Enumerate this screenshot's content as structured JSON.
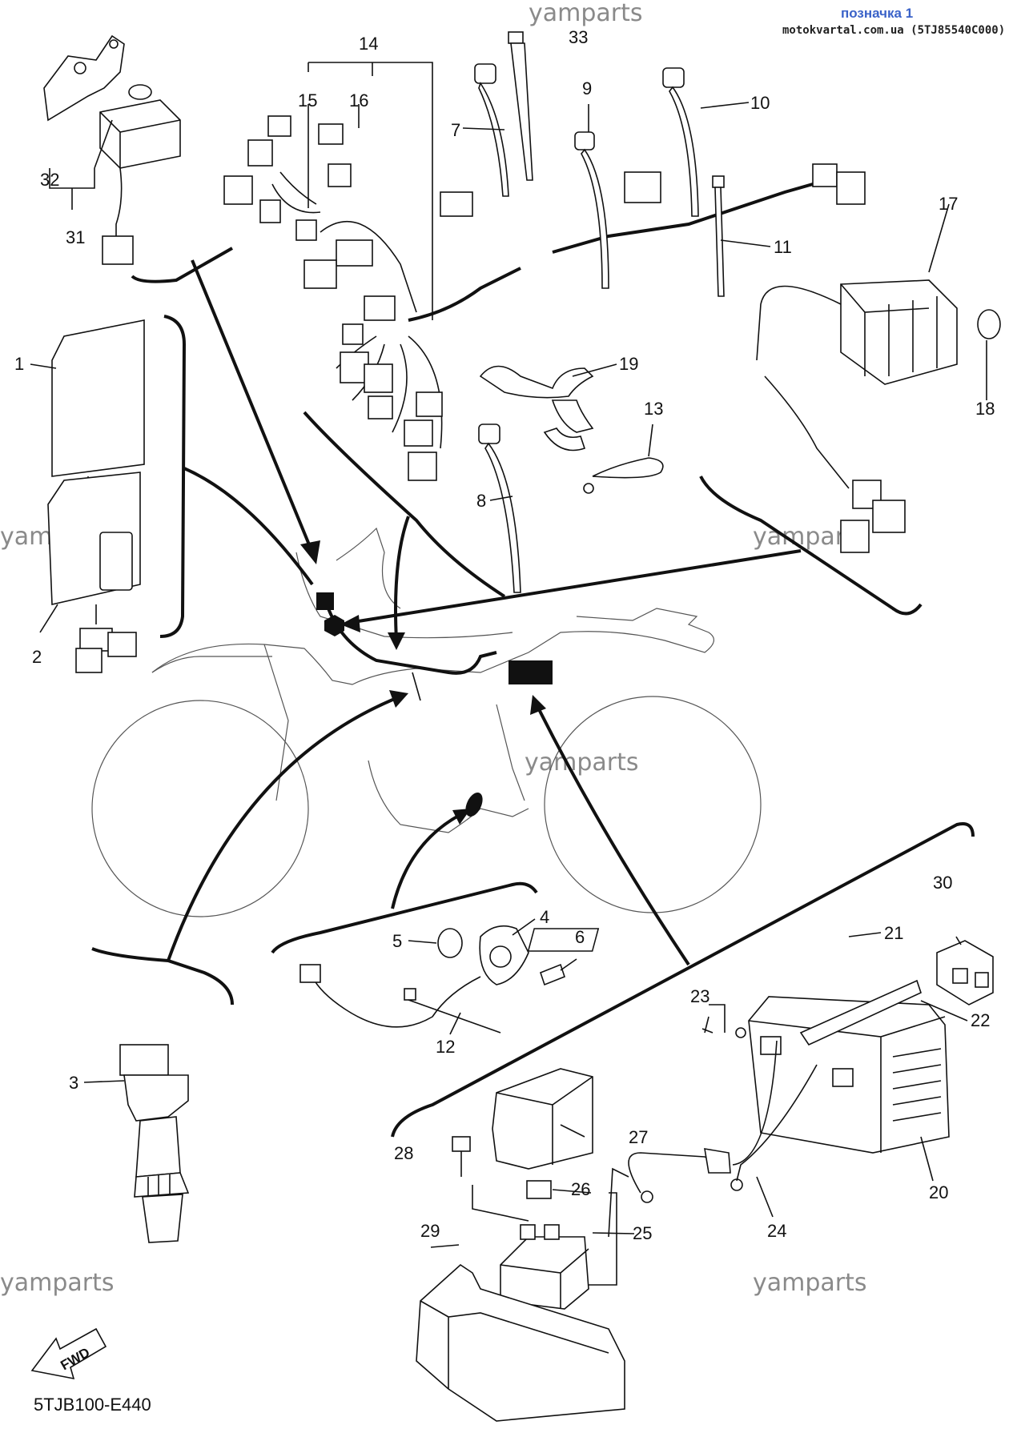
{
  "header": {
    "title": "позначка 1",
    "source": "motokvartal.com.ua (5TJ85540C000)"
  },
  "watermark": "yamparts",
  "diagram_code": "5TJB100-E440",
  "fwd_label": "FWD",
  "callouts": {
    "c1": "1",
    "c2": "2",
    "c3": "3",
    "c4": "4",
    "c5": "5",
    "c6": "6",
    "c7": "7",
    "c8": "8",
    "c9": "9",
    "c10": "10",
    "c11": "11",
    "c12": "12",
    "c13": "13",
    "c14": "14",
    "c15": "15",
    "c16": "16",
    "c17": "17",
    "c18": "18",
    "c19": "19",
    "c20": "20",
    "c21": "21",
    "c22": "22",
    "c23": "23",
    "c24": "24",
    "c25": "25",
    "c26": "26",
    "c27": "27",
    "c28": "28",
    "c29": "29",
    "c30": "30",
    "c31": "31",
    "c32": "32",
    "c33": "33"
  }
}
